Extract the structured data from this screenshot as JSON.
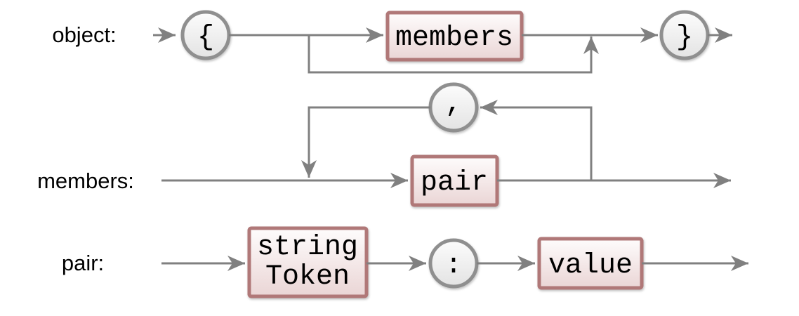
{
  "colors": {
    "background": "#ffffff",
    "line_color": "#808080",
    "terminal_border": "#8f8f8f",
    "terminal_fill_top": "#fcfcfc",
    "terminal_fill_bottom": "#e3e3e3",
    "nonterminal_border": "#b07878",
    "nonterminal_fill_top": "#fefcfc",
    "nonterminal_fill_bottom": "#ead5d5",
    "text_color": "#000000"
  },
  "rules": [
    {
      "label": "object:",
      "open_brace": "{",
      "members_ref": "members",
      "close_brace": "}"
    },
    {
      "label": "members:",
      "comma": ",",
      "pair_ref": "pair"
    },
    {
      "label": "pair:",
      "string_token_line1": "string",
      "string_token_line2": "Token",
      "colon": ":",
      "value_ref": "value"
    }
  ]
}
